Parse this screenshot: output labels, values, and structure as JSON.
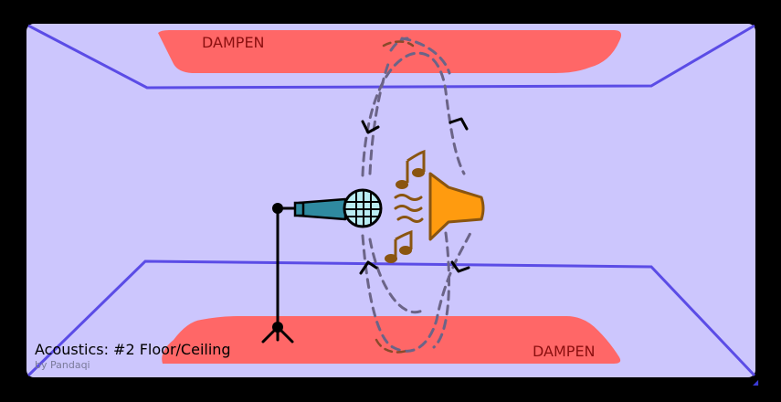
{
  "labels": {
    "dampen_top": "DAMPEN",
    "dampen_bottom": "DAMPEN"
  },
  "caption": {
    "title": "Acoustics: #2 Floor/Ceiling",
    "byline": "by Pandaqi"
  },
  "colors": {
    "background": "#000000",
    "room_fill": "#ccc6fd",
    "room_lines": "#5b4ce6",
    "dampen_fill": "#ff6767",
    "dampen_text": "#8b0f0f",
    "speaker": "#ff9b0f",
    "note": "#8a5510",
    "mic_head": "#b9ecf2",
    "mic_body": "#2f8aa0",
    "stand": "#000000",
    "wave": "#6b6487",
    "wave_brown": "#8a4a2a"
  },
  "icons": [
    "microphone-icon",
    "speaker-icon",
    "music-note-icon",
    "sound-wave-icon",
    "arrow-icon",
    "stand-icon"
  ]
}
